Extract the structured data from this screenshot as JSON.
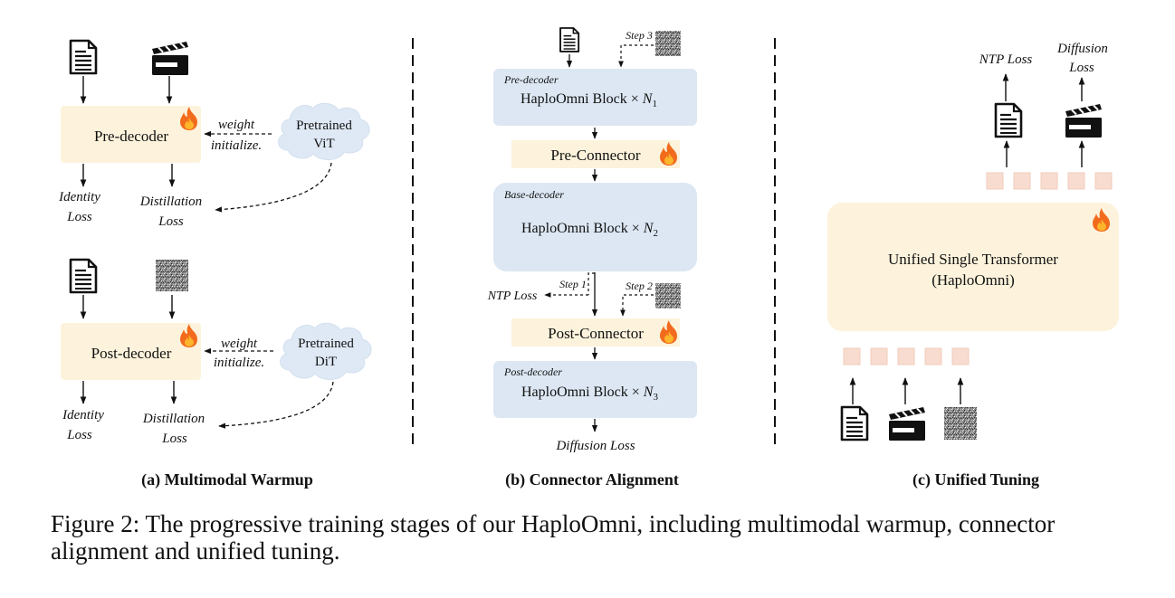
{
  "panel_a": {
    "pre_decoder": "Pre-decoder",
    "pretrained_vit": [
      "Pretrained",
      "ViT"
    ],
    "weight_init": [
      "weight",
      "initialize."
    ],
    "identity_loss": [
      "Identity",
      "Loss"
    ],
    "distillation_loss": [
      "Distillation",
      "Loss"
    ],
    "post_decoder": "Post-decoder",
    "pretrained_dit": [
      "Pretrained",
      "DiT"
    ],
    "weight_init_2": [
      "weight",
      "initialize."
    ],
    "identity_loss_2": [
      "Identity",
      "Loss"
    ],
    "distillation_loss_2": [
      "Distillation",
      "Loss"
    ],
    "label": "(a) Multimodal Warmup"
  },
  "panel_b": {
    "step3": "Step 3",
    "pre_decoder_tag": "Pre-decoder",
    "block1": "HaploOmni Block × ",
    "n1": "N",
    "n1_sub": "1",
    "pre_connector": "Pre-Connector",
    "base_decoder_tag": "Base-decoder",
    "block2": "HaploOmni Block × ",
    "n2": "N",
    "n2_sub": "2",
    "ntp_loss": "NTP Loss",
    "step1": "Step 1",
    "step2": "Step 2",
    "post_connector": "Post-Connector",
    "post_decoder_tag": "Post-decoder",
    "block3": "HaploOmni Block × ",
    "n3": "N",
    "n3_sub": "3",
    "diffusion_loss": "Diffusion Loss",
    "label": "(b) Connector Alignment"
  },
  "panel_c": {
    "ntp_loss": "NTP Loss",
    "diffusion_loss": [
      "Diffusion",
      "Loss"
    ],
    "transformer": [
      "Unified Single Transformer",
      "(HaploOmni)"
    ],
    "label": "(c) Unified Tuning"
  },
  "caption": "Figure 2: The progressive training stages of our HaploOmni, including multimodal warmup, connector alignment and unified tuning.",
  "colors": {
    "warm_box": "#fdf3dc",
    "blue_box": "#dce7f3",
    "cloud": "#dfe9f5",
    "token": "#f8dccf",
    "flame_outer": "#f26b1d",
    "flame_inner": "#fdb52c"
  },
  "icons": [
    "document-icon",
    "video-clapper-icon",
    "noise-image-icon",
    "fire-icon"
  ]
}
